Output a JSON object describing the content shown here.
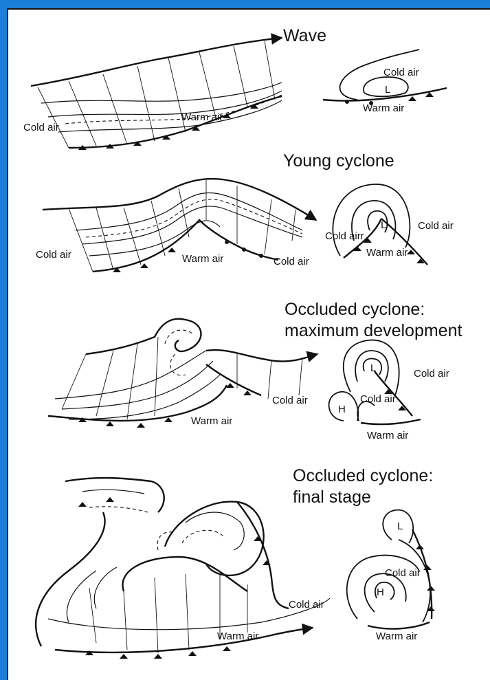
{
  "stages": [
    {
      "id": "wave",
      "title": "Wave",
      "block_labels": {
        "left": "Cold air",
        "right": "Warm air"
      },
      "map_labels": {
        "cold": "Cold air",
        "warm": "Warm air",
        "center": "L"
      }
    },
    {
      "id": "young",
      "title": "Young cyclone",
      "block_labels": {
        "left": "Cold air",
        "mid": "Warm air",
        "right": "Cold air"
      },
      "map_labels": {
        "cold_left": "Cold airr",
        "cold_right": "Cold air",
        "warm": "Warm air",
        "center": "L"
      }
    },
    {
      "id": "occluded-max",
      "title_line1": "Occluded cyclone:",
      "title_line2": "maximum development",
      "block_labels": {
        "right": "Cold air",
        "warm": "Warm air"
      },
      "map_labels": {
        "cold_top": "Cold air",
        "cold_mid": "Cold air",
        "warm": "Warm air",
        "low": "L",
        "high": "H"
      }
    },
    {
      "id": "occluded-final",
      "title_line1": "Occluded cyclone:",
      "title_line2": "final stage",
      "block_labels": {
        "right": "Cold air",
        "warm": "Warm air"
      },
      "map_labels": {
        "cold": "Cold air",
        "warm": "Warm air",
        "low": "L",
        "high": "H"
      }
    }
  ],
  "colors": {
    "frame": "#1a7fd6",
    "panel": "#ffffff",
    "ink": "#111111"
  }
}
